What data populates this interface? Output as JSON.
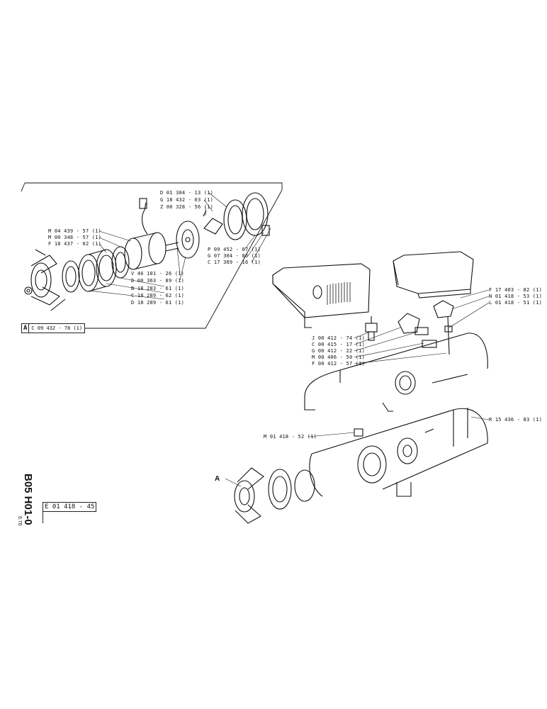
{
  "document": {
    "sheet_code": "B05 H01-0",
    "sheet_sub": "6.76",
    "drawing_ref": "E 01 418 - 45"
  },
  "detail_box": {
    "letter": "A",
    "code": "C 09 432 - 78 (1)"
  },
  "callout_letter": "A",
  "detail_parts_left": [
    "M 04 439 - 57 (1)",
    "M 00 348 - 57 (1)",
    "F 18 437 - 02 (1)"
  ],
  "detail_parts_top": [
    "D 01 304 - 13 (1)",
    "G 18 432 - 03 (1)",
    "Z 00 328 - 56 (1)"
  ],
  "detail_parts_right": [
    "P 09 452 - 67 (1)",
    "G 07 304 - 86 (1)",
    "C 17 369 - 16 (1)"
  ],
  "detail_parts_bottom": [
    "V 46 101 - 26 (1)",
    "D 00 363 - 89 (1)",
    "B 18 283 - 61 (1)",
    "C 18 289 - 62 (1)",
    "D 18 289 - 61 (1)"
  ],
  "main_parts_center": [
    "J 00 412 - 74 (1)",
    "C 00 415 - 17 (1)",
    "G 00 412 - 22 (1)",
    "M 00 406 - 50 (1)",
    "F 00 412 - 57 (1)"
  ],
  "main_parts_right": [
    "F 17 403 - 82 (1)",
    "N 01 418 - 53 (1)",
    "L 01 418 - 51 (1)"
  ],
  "main_part_housing": "R 15 436 - 83 (1)",
  "main_part_body": "M 01 418 - 52 (1)"
}
